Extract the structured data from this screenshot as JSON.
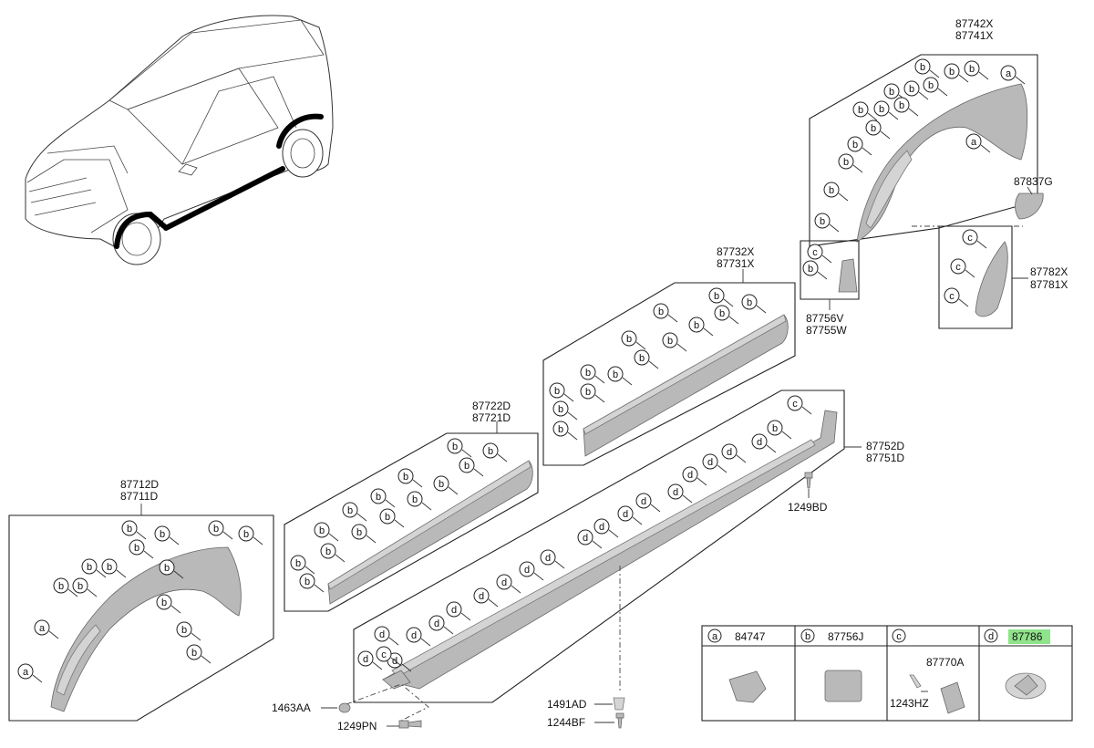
{
  "labels": {
    "g87742": [
      "87742X",
      "87741X"
    ],
    "g87837": "87837G",
    "g87782": [
      "87782X",
      "87781X"
    ],
    "g87756v": [
      "87756V",
      "87755W"
    ],
    "g87732": [
      "87732X",
      "87731X"
    ],
    "g87752": [
      "87752D",
      "87751D"
    ],
    "g1249bd": "1249BD",
    "g87722": [
      "87722D",
      "87721D"
    ],
    "g87712": [
      "87712D",
      "87711D"
    ],
    "g1463aa": "1463AA",
    "g1249pn": "1249PN",
    "g1491ad": "1491AD",
    "g1244bf": "1244BF",
    "g87770a": "87770A",
    "g1243hz": "1243HZ"
  },
  "legend": {
    "cells": [
      {
        "letter": "a",
        "part": "84747"
      },
      {
        "letter": "b",
        "part": "87756J"
      },
      {
        "letter": "c",
        "part": ""
      },
      {
        "letter": "d",
        "part": "87786"
      }
    ],
    "highlight_color": "#8fe38a"
  },
  "callouts": {
    "a": "a",
    "b": "b",
    "c": "c",
    "d": "d"
  }
}
